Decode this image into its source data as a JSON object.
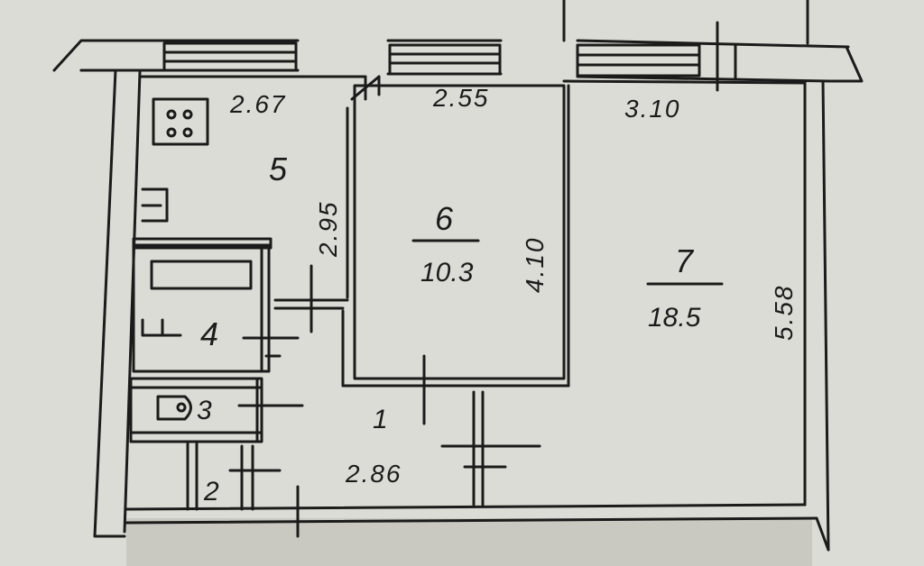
{
  "floor_plan": {
    "rooms": {
      "kitchen": {
        "number": "5",
        "width": "2.67",
        "depth": "2.95"
      },
      "room6": {
        "number": "6",
        "area": "10.3",
        "width": "2.55",
        "depth": "4.10"
      },
      "room7": {
        "number": "7",
        "area": "18.5",
        "width": "3.10",
        "depth": "5.58"
      },
      "closet": {
        "number": "4"
      },
      "bathroom": {
        "number": "3"
      },
      "vestibule": {
        "number": "2"
      },
      "hallway": {
        "number": "1",
        "width": "2.86"
      }
    },
    "colors": {
      "paper": "#dcdcd6",
      "ink": "#1b1b1b"
    }
  }
}
